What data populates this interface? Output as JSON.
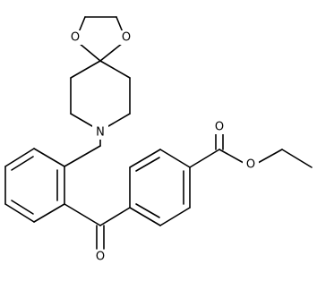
{
  "molecule": {
    "atoms": [
      {
        "id": "o-ketal-left",
        "symbol": "O"
      },
      {
        "id": "o-ketal-right",
        "symbol": "O"
      },
      {
        "id": "n-piperidine",
        "symbol": "N"
      },
      {
        "id": "o-ketone",
        "symbol": "O"
      },
      {
        "id": "o-ester-carbonyl",
        "symbol": "O"
      },
      {
        "id": "o-ester-ether",
        "symbol": "O"
      }
    ]
  }
}
